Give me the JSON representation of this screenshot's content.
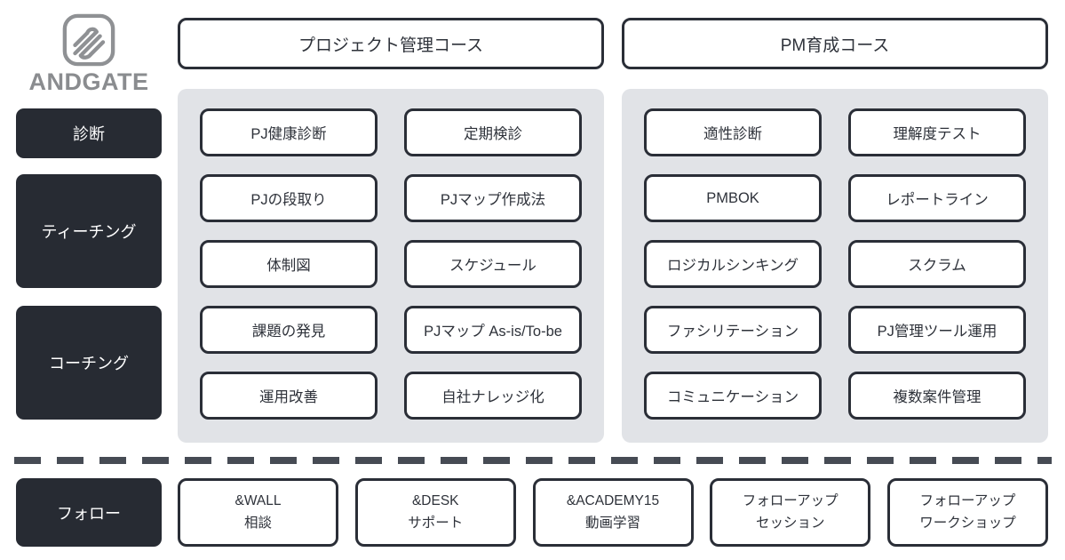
{
  "brand": {
    "name": "ANDGATE",
    "logo_icon": "andgate-slash-logo"
  },
  "colors": {
    "dark": "#272b33",
    "panel_bg": "#e1e3e7",
    "box_border": "#2a2e37",
    "text": "#2e323a",
    "brand_gray": "#8a8c8f",
    "divider": "#464b54",
    "white": "#ffffff"
  },
  "courses": [
    {
      "title": "プロジェクト管理コース",
      "items": [
        "PJ健康診断",
        "定期検診",
        "PJの段取り",
        "PJマップ作成法",
        "体制図",
        "スケジュール",
        "課題の発見",
        "PJマップ As-is/To-be",
        "運用改善",
        "自社ナレッジ化"
      ]
    },
    {
      "title": "PM育成コース",
      "items": [
        "適性診断",
        "理解度テスト",
        "PMBOK",
        "レポートライン",
        "ロジカルシンキング",
        "スクラム",
        "ファシリテーション",
        "PJ管理ツール運用",
        "コミュニケーション",
        "複数案件管理"
      ]
    }
  ],
  "phases": [
    {
      "label": "診断"
    },
    {
      "label": "ティーチング"
    },
    {
      "label": "コーチング"
    }
  ],
  "follow": {
    "label": "フォロー",
    "items": [
      {
        "line1": "&WALL",
        "line2": "相談"
      },
      {
        "line1": "&DESK",
        "line2": "サポート"
      },
      {
        "line1": "&ACADEMY15",
        "line2": "動画学習"
      },
      {
        "line1": "フォローアップ",
        "line2": "セッション"
      },
      {
        "line1": "フォローアップ",
        "line2": "ワークショップ"
      }
    ]
  }
}
